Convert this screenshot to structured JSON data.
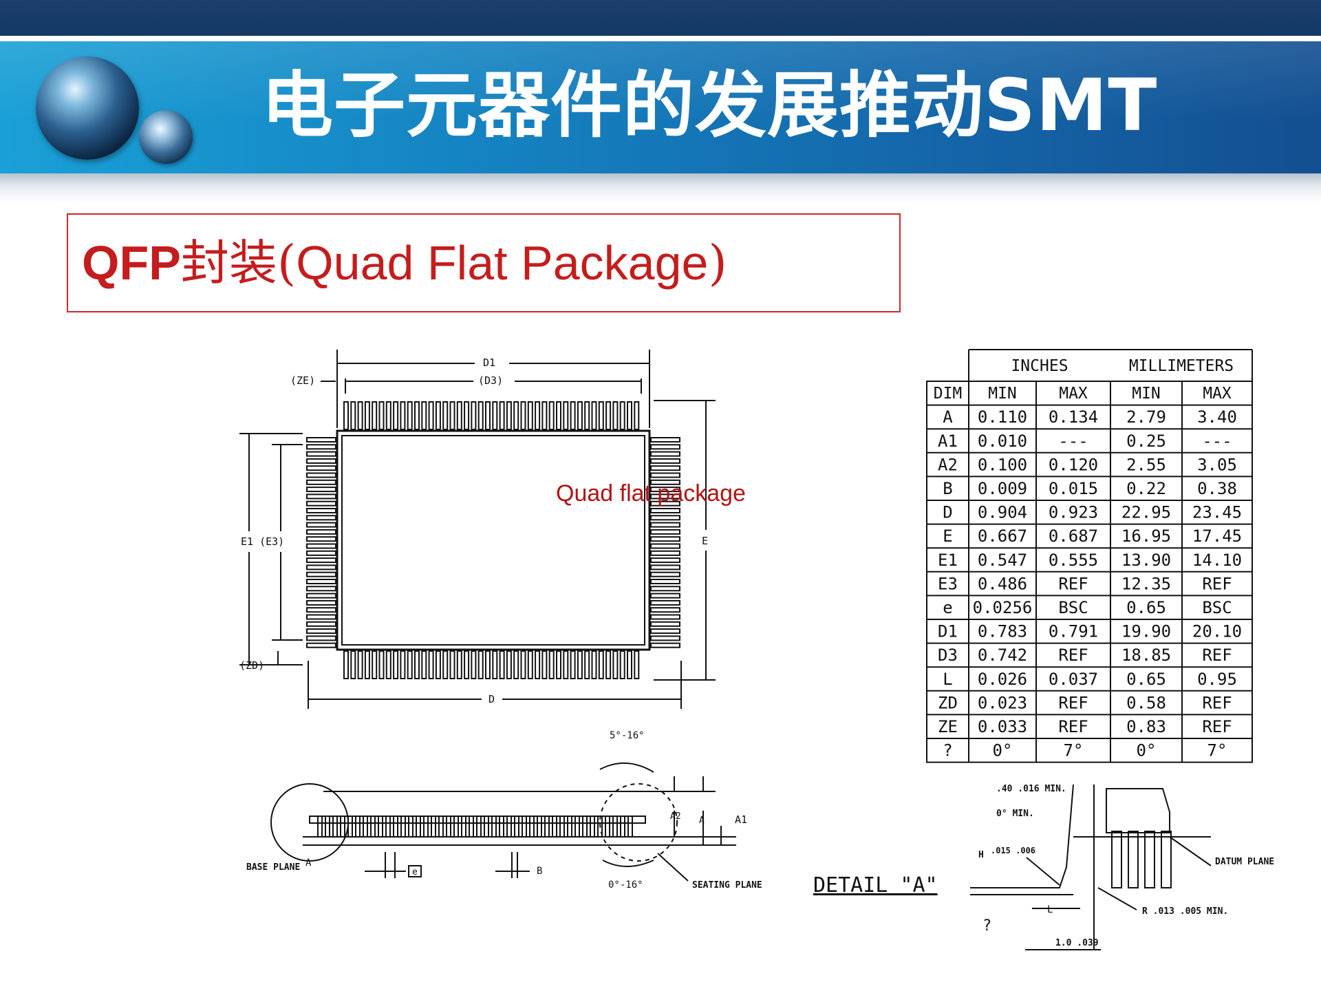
{
  "slide": {
    "title": "电子元器件的发展推动SMT",
    "subtitle": {
      "bold_part": "QFP",
      "cjk_part": "封装",
      "paren_open": "(",
      "english_part": "Quad Flat Package",
      "paren_close": ")"
    },
    "drawing_label": "Quad flat package"
  },
  "drawing": {
    "top_view_labels": {
      "d1": "D1",
      "d3": "(D3)",
      "ze": "(ZE)",
      "zd": "(ZD)",
      "e1_e3": "E1 (E3)",
      "e": "E",
      "d": "D"
    },
    "side_view_labels": {
      "angle_top": "5°-16°",
      "angle_bottom": "0°-16°",
      "a2": "A2",
      "a": "A",
      "a1": "A1",
      "base_plane": "BASE PLANE",
      "seating_plane": "SEATING PLANE",
      "a_ref": "A",
      "e_box": "e",
      "b": "B"
    },
    "detail_labels": {
      "title": "DETAIL \"A\"",
      "r_min": ".40 .016 MIN.",
      "zero_min": "0° MIN.",
      "h": "H",
      "h_val": ".015 .006",
      "datum_plane": "DATUM PLANE",
      "l": "L",
      "b_min": "R .013 .005 MIN.",
      "theta": "?",
      "len": "1.0 .039"
    }
  },
  "dim_table": {
    "group_headers": [
      "INCHES",
      "MILLIMETERS"
    ],
    "columns": [
      "DIM",
      "MIN",
      "MAX",
      "MIN",
      "MAX"
    ],
    "rows": [
      [
        "A",
        "0.110",
        "0.134",
        "2.79",
        "3.40"
      ],
      [
        "A1",
        "0.010",
        "---",
        "0.25",
        "---"
      ],
      [
        "A2",
        "0.100",
        "0.120",
        "2.55",
        "3.05"
      ],
      [
        "B",
        "0.009",
        "0.015",
        "0.22",
        "0.38"
      ],
      [
        "D",
        "0.904",
        "0.923",
        "22.95",
        "23.45"
      ],
      [
        "E",
        "0.667",
        "0.687",
        "16.95",
        "17.45"
      ],
      [
        "E1",
        "0.547",
        "0.555",
        "13.90",
        "14.10"
      ],
      [
        "E3",
        "0.486",
        "REF",
        "12.35",
        "REF"
      ],
      [
        "e",
        "0.0256",
        "BSC",
        "0.65",
        "BSC"
      ],
      [
        "D1",
        "0.783",
        "0.791",
        "19.90",
        "20.10"
      ],
      [
        "D3",
        "0.742",
        "REF",
        "18.85",
        "REF"
      ],
      [
        "L",
        "0.026",
        "0.037",
        "0.65",
        "0.95"
      ],
      [
        "ZD",
        "0.023",
        "REF",
        "0.58",
        "REF"
      ],
      [
        "ZE",
        "0.033",
        "REF",
        "0.83",
        "REF"
      ],
      [
        "?",
        "0°",
        "7°",
        "0°",
        "7°"
      ]
    ]
  }
}
